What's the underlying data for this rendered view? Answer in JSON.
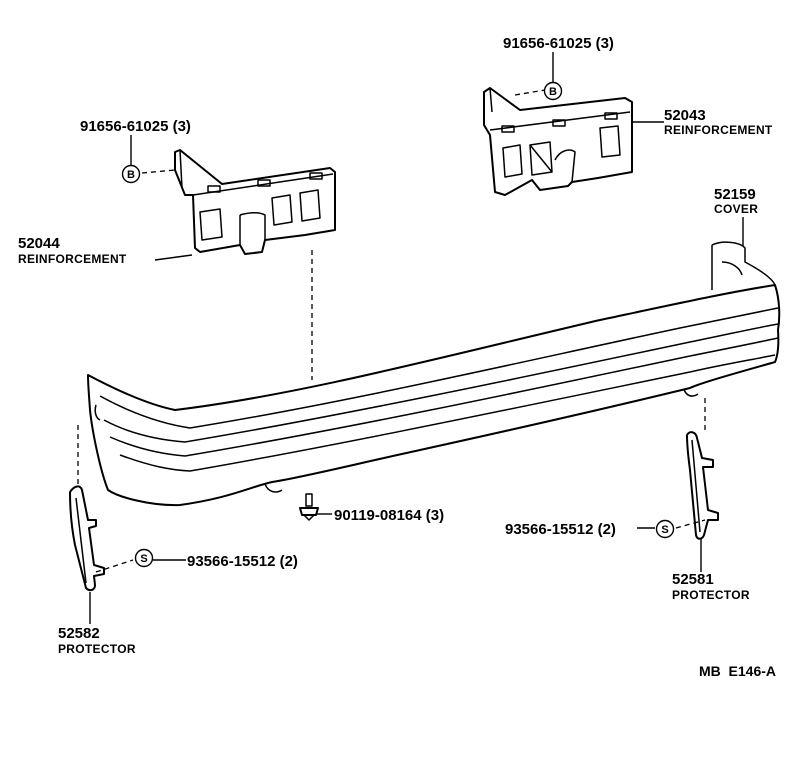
{
  "diagram_code": "MB  E146-A",
  "labels": {
    "bolt_right_bracket": "91656-61025 (3)",
    "bolt_left_bracket": "91656-61025 (3)",
    "reinf_right_no": "52043",
    "reinf_right_name": "REINFORCEMENT",
    "reinf_left_no": "52044",
    "reinf_left_name": "REINFORCEMENT",
    "cover_no": "52159",
    "cover_name": "COVER",
    "screw_center": "90119-08164 (3)",
    "screw_left_protector": "93566-15512 (2)",
    "screw_right_protector": "93566-15512 (2)",
    "protector_right_no": "52581",
    "protector_right_name": "PROTECTOR",
    "protector_left_no": "52582",
    "protector_left_name": "PROTECTOR"
  },
  "symbols": {
    "bolt": "B",
    "screw": "S"
  }
}
